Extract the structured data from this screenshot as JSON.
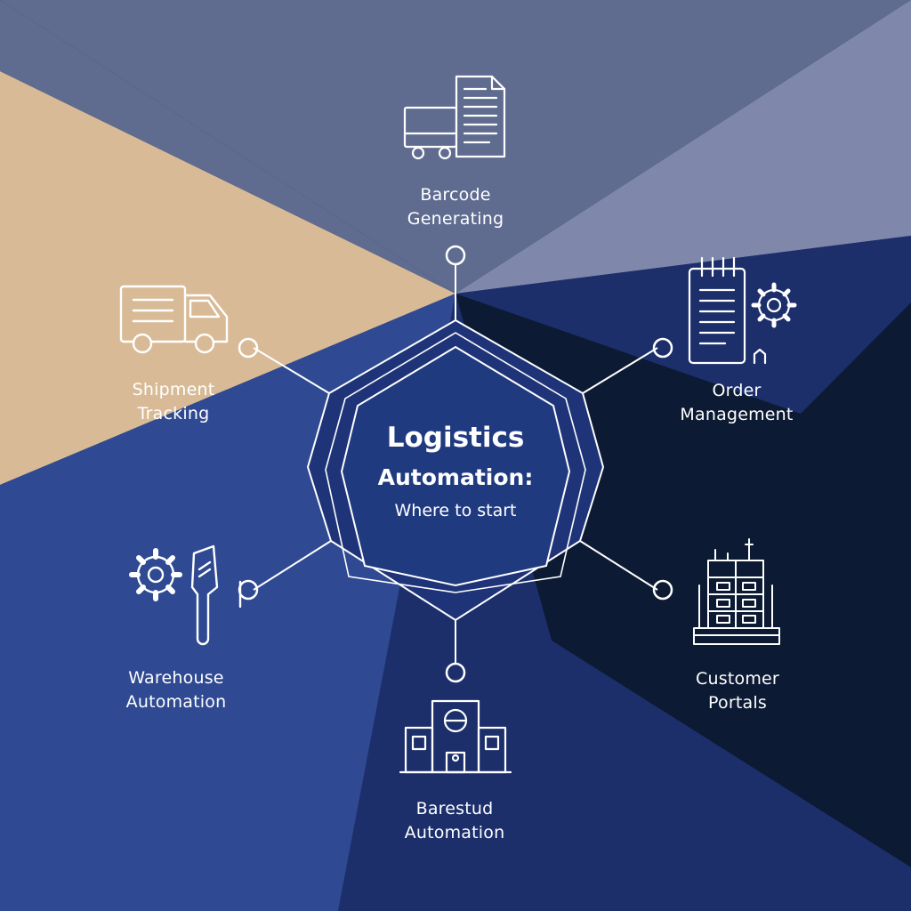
{
  "center": {
    "title": "Logistics",
    "subtitle": "Automation:",
    "tagline": "Where to start"
  },
  "nodes": [
    {
      "id": "barcode",
      "icon": "truck-document-icon",
      "line1": "Barcode",
      "line2": "Generating"
    },
    {
      "id": "order",
      "icon": "checklist-gear-icon",
      "line1": "Order",
      "line2": "Management"
    },
    {
      "id": "customer",
      "icon": "building-racks-icon",
      "line1": "Customer",
      "line2": "Portals"
    },
    {
      "id": "barestud",
      "icon": "warehouse-building-icon",
      "line1": "Barestud",
      "line2": "Automation"
    },
    {
      "id": "warehouse",
      "icon": "gear-wrench-icon",
      "line1": "Warehouse",
      "line2": "Automation"
    },
    {
      "id": "shipment",
      "icon": "delivery-truck-icon",
      "line1": "Shipment",
      "line2": "Tracking"
    }
  ],
  "colors": {
    "sand": "#d8bb96",
    "slate": "#5f6c90",
    "lavender": "#7f88ab",
    "navy": "#1c2f6b",
    "royal": "#2f4a92",
    "deep": "#0c1a33",
    "line": "#ffffff"
  }
}
